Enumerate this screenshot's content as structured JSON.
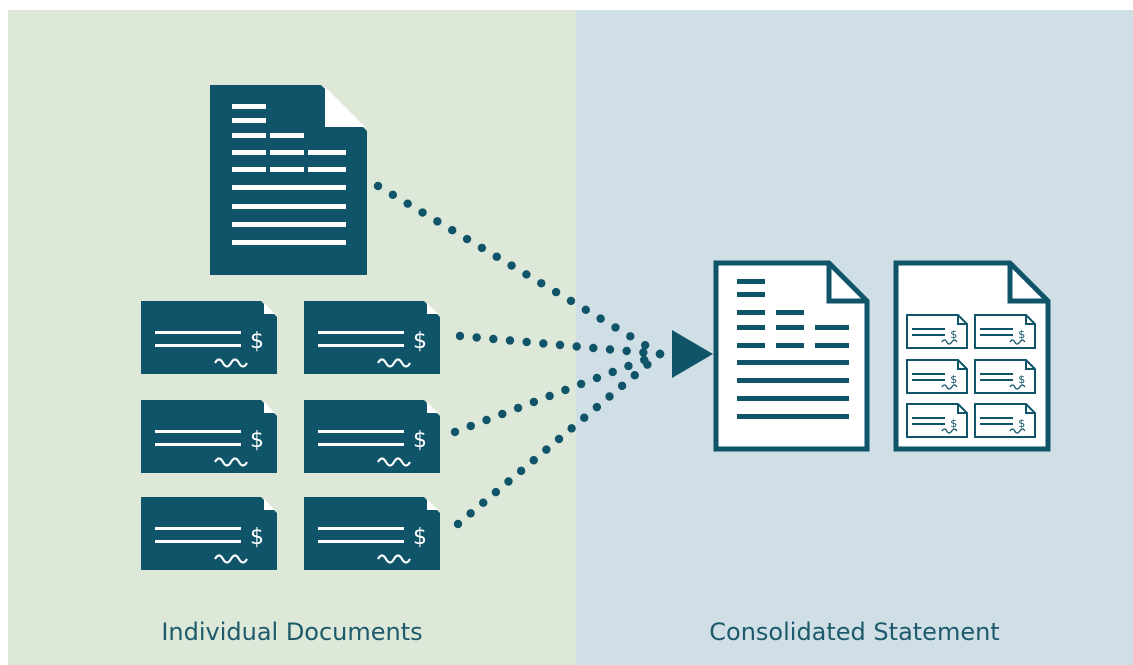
{
  "panels": {
    "left": {
      "caption": "Individual Documents",
      "color": "#dde8d8"
    },
    "right": {
      "caption": "Consolidated Statement",
      "color": "#d0dfe5"
    }
  },
  "colors": {
    "primary": "#0f5468",
    "paper": "#ffffff",
    "caption": "#1d5a6b"
  },
  "check": {
    "currency_symbol": "$"
  },
  "icons": {
    "source_statement": "document-icon",
    "source_checks": "check-icon",
    "arrow": "arrowhead-icon",
    "result_statement": "document-icon",
    "result_checks_page": "check-collection-document-icon"
  },
  "counts": {
    "source_checks": 6,
    "connector_lines": 4,
    "result_page_checks": 6
  }
}
